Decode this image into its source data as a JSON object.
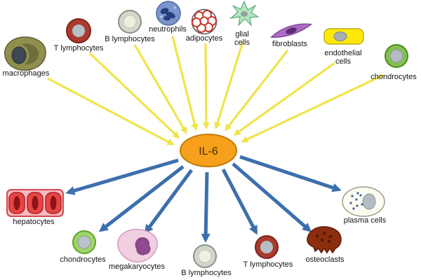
{
  "center": {
    "label": "IL-6"
  },
  "colors": {
    "source_arrow": "#efe44a",
    "target_arrow": "#3c6fad",
    "center_fill": "#f7a01b",
    "center_stroke": "#c07c05"
  },
  "sources": [
    {
      "id": "macrophages",
      "label": "macrophages"
    },
    {
      "id": "t-lymphocytes",
      "label": "T lymphocytes"
    },
    {
      "id": "b-lymphocytes",
      "label": "B lymphocytes"
    },
    {
      "id": "neutrophils",
      "label": "neutrophils"
    },
    {
      "id": "adipocytes",
      "label": "adipocytes"
    },
    {
      "id": "glial-cells",
      "label": "glial cells",
      "line1": "glial",
      "line2": "cells"
    },
    {
      "id": "fibroblasts",
      "label": "fibroblasts"
    },
    {
      "id": "endothelial-cells",
      "label": "endothelial cells",
      "line1": "endothelial",
      "line2": "cells"
    },
    {
      "id": "chondrocytes",
      "label": "chondrocytes"
    }
  ],
  "targets": [
    {
      "id": "hepatocytes",
      "label": "hepatocytes"
    },
    {
      "id": "chondrocytes",
      "label": "chondrocytes"
    },
    {
      "id": "megakaryocytes",
      "label": "megakaryocytes"
    },
    {
      "id": "b-lymphocytes",
      "label": "B lymphocytes"
    },
    {
      "id": "t-lymphocytes",
      "label": "T lymphocytes"
    },
    {
      "id": "osteoclasts",
      "label": "osteoclasts"
    },
    {
      "id": "plasma-cells",
      "label": "plasma cells"
    }
  ]
}
